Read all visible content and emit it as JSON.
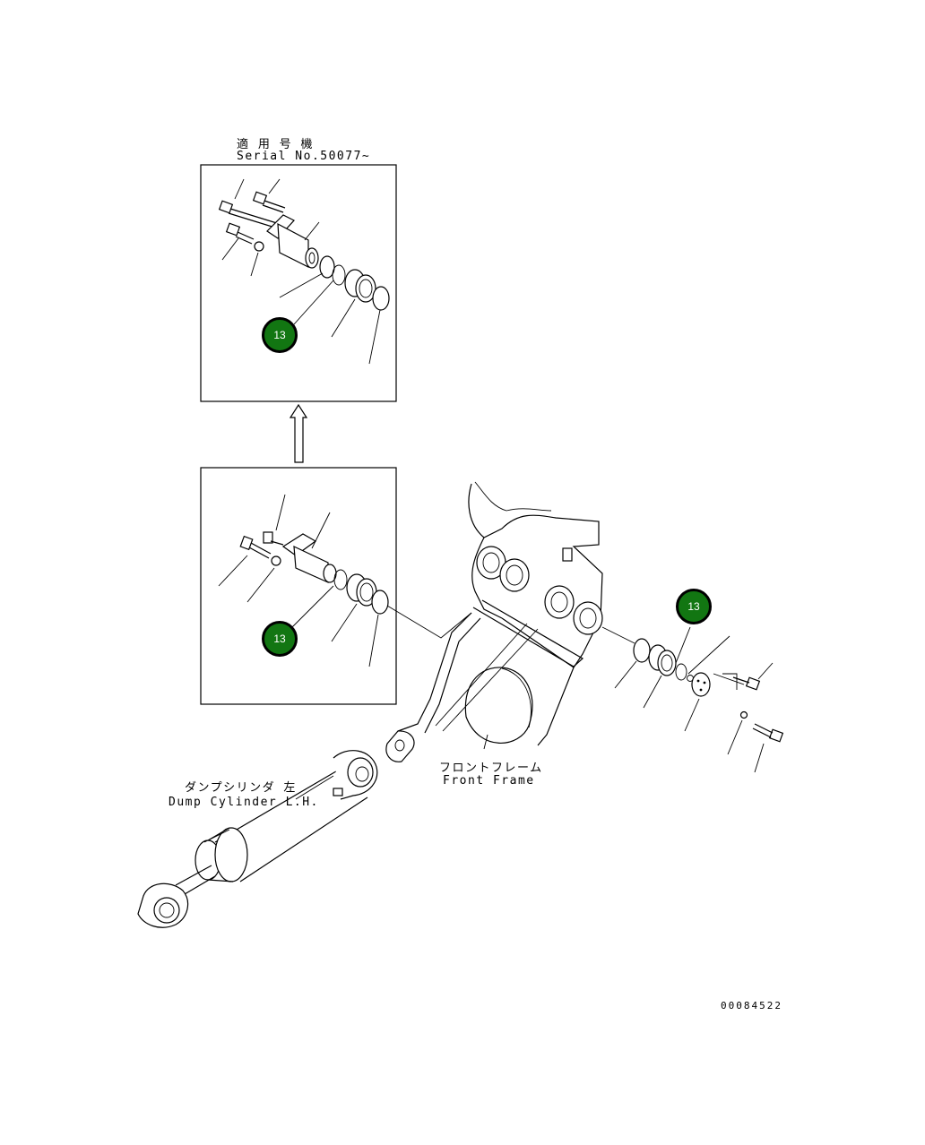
{
  "labels": {
    "serial_jp": "適 用 号 機",
    "serial_en": "Serial No.50077~",
    "dump_cylinder_jp": "ダンプシリンダ 左",
    "dump_cylinder_en": "Dump Cylinder L.H.",
    "front_frame_jp": "フロントフレーム",
    "front_frame_en": "Front Frame",
    "drawing_number": "00084522"
  },
  "callouts": [
    {
      "id": "callout-top-detail",
      "number": "13"
    },
    {
      "id": "callout-middle-detail",
      "number": "13"
    },
    {
      "id": "callout-main",
      "number": "13"
    }
  ],
  "colors": {
    "callout_fill": "#127612",
    "callout_border": "#000000",
    "line": "#000000"
  }
}
